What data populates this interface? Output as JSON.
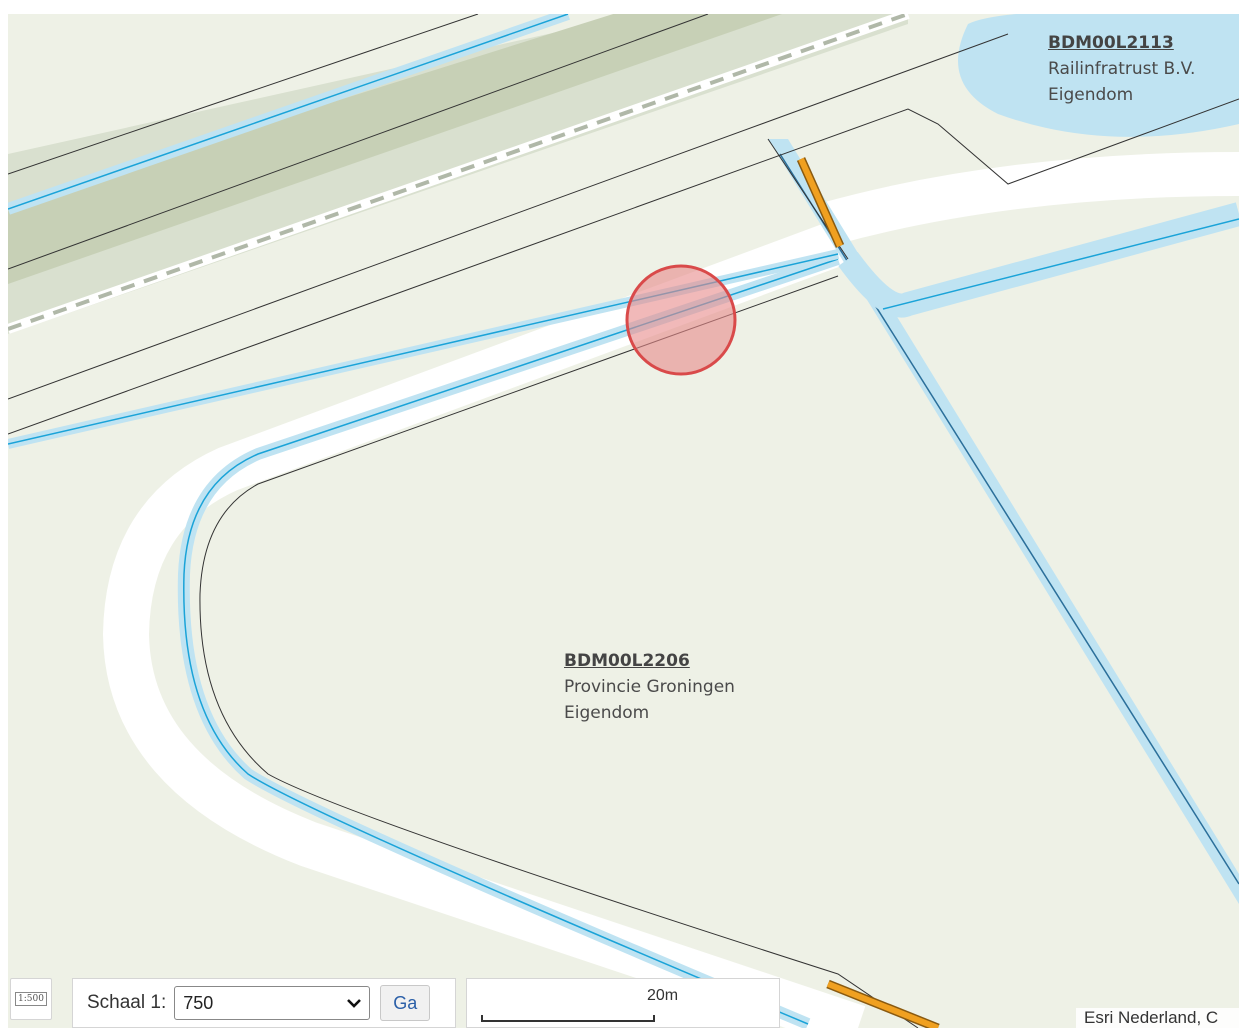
{
  "map": {
    "parcels": [
      {
        "id": "BDM00L2113",
        "owner": "Railinfratrust B.V.",
        "right": "Eigendom"
      },
      {
        "id": "BDM00L2206",
        "owner": "Provincie Groningen",
        "right": "Eigendom"
      }
    ],
    "colors": {
      "background": "#eef1e6",
      "road": "#ffffff",
      "water": "#bfe3f2",
      "waterway_line": "#1aa3d8",
      "parcel_border": "#333333",
      "culvert": "#f0a020",
      "marker_fill": "#e88a8a",
      "marker_stroke": "#d94a4a"
    },
    "marker_icon": "location-circle-icon"
  },
  "scale_control": {
    "icon": "scale-ruler-icon",
    "icon_text": "1:500",
    "label": "Schaal 1:",
    "selected": "750",
    "go_label": "Ga"
  },
  "scalebar": {
    "label": "20m"
  },
  "attribution": {
    "text": "Esri Nederland, C"
  }
}
